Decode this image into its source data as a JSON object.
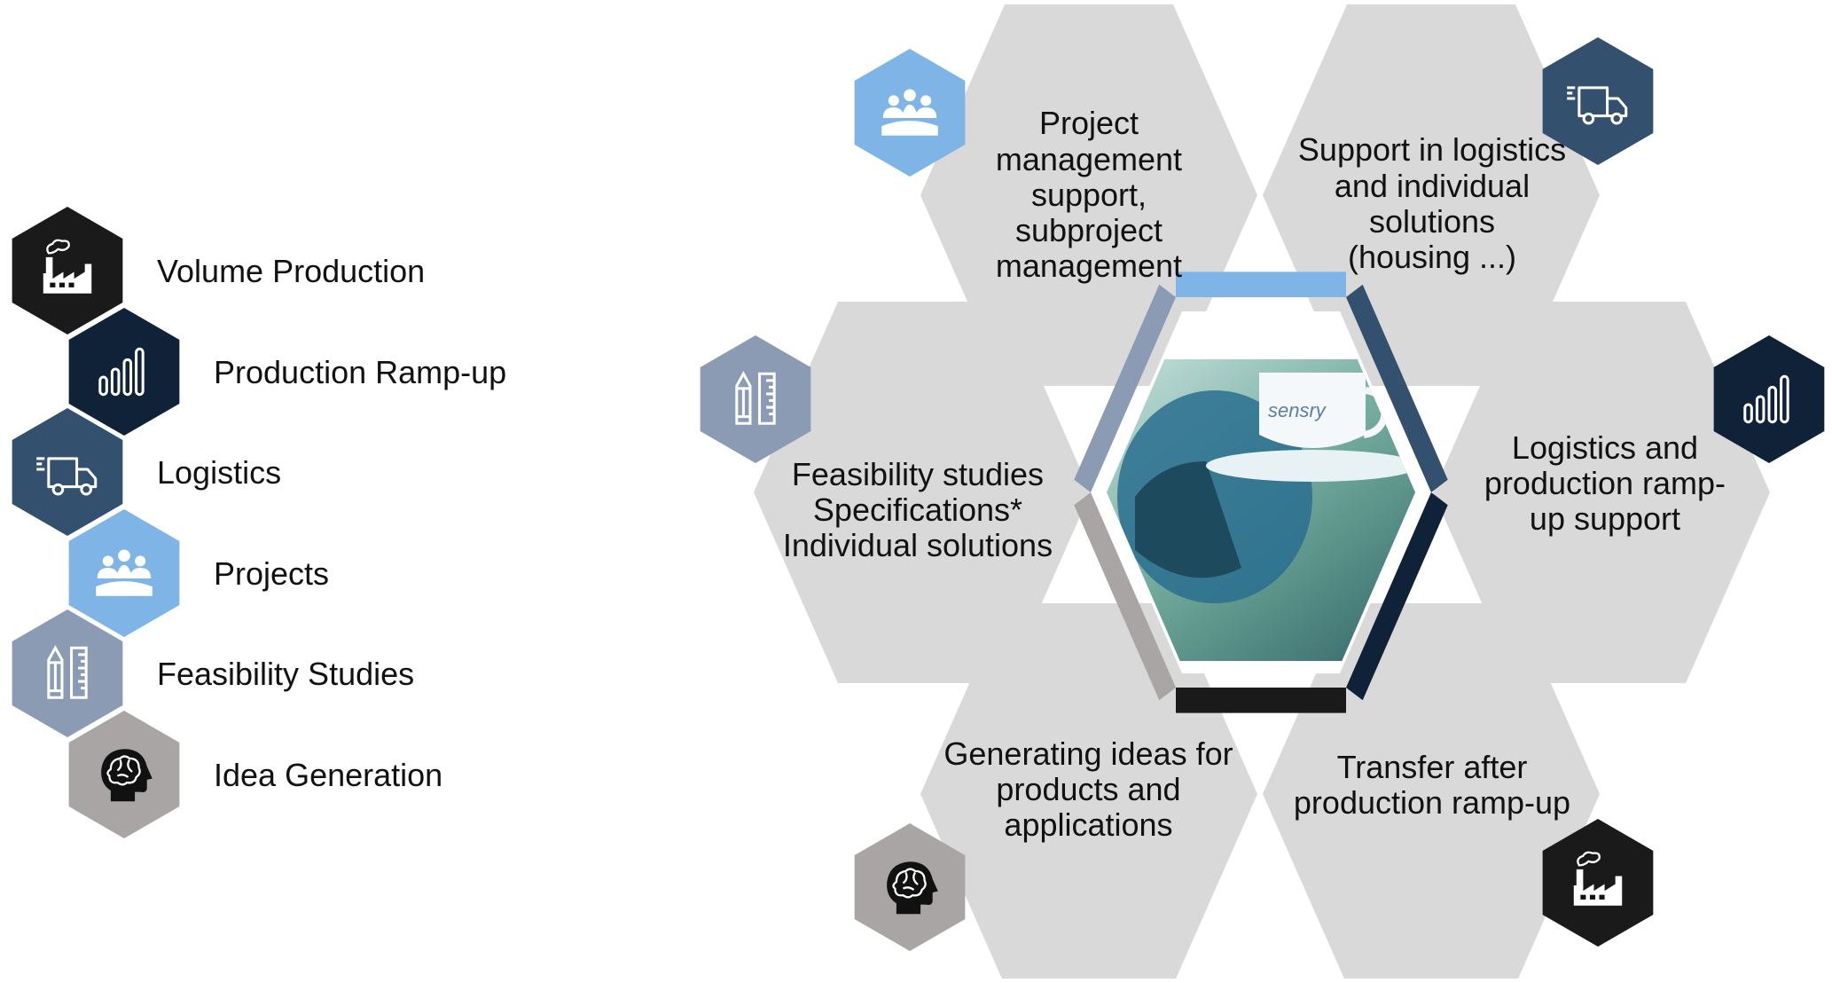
{
  "colors": {
    "hex_gray": "#d9d9d9",
    "volume": "#1a1a1a",
    "rampup": "#0f2238",
    "logistics": "#34506f",
    "projects": "#7fb5e6",
    "feasibility": "#8a9bb3",
    "idea": "#a9a5a5"
  },
  "legend": {
    "items": [
      {
        "label": "Volume Production",
        "icon": "factory-icon"
      },
      {
        "label": "Production Ramp-up",
        "icon": "bar-chart-icon"
      },
      {
        "label": "Logistics",
        "icon": "truck-icon"
      },
      {
        "label": "Projects",
        "icon": "team-icon"
      },
      {
        "label": "Feasibility Studies",
        "icon": "pencil-ruler-icon"
      },
      {
        "label": "Idea Generation",
        "icon": "brain-head-icon"
      }
    ]
  },
  "diagram": {
    "center_image": {
      "caption": "sensry",
      "description": "robot-hand-holding-cup"
    },
    "cells": [
      {
        "id": "projects",
        "text": "Project\nmanagement\nsupport,\nsubproject\nmanagement",
        "icon": "team-icon"
      },
      {
        "id": "logistics",
        "text": "Support in logistics\nand individual\nsolutions\n(housing ...)",
        "icon": "truck-icon"
      },
      {
        "id": "feasibility",
        "text": "Feasibility studies\nSpecifications*\nIndividual solutions",
        "icon": "pencil-ruler-icon"
      },
      {
        "id": "rampup",
        "text": "Logistics and\nproduction ramp-\nup support",
        "icon": "bar-chart-icon"
      },
      {
        "id": "idea",
        "text": "Generating ideas for\nproducts and\napplications",
        "icon": "brain-head-icon"
      },
      {
        "id": "volume",
        "text": "Transfer after\nproduction ramp-up",
        "icon": "factory-icon"
      }
    ]
  }
}
